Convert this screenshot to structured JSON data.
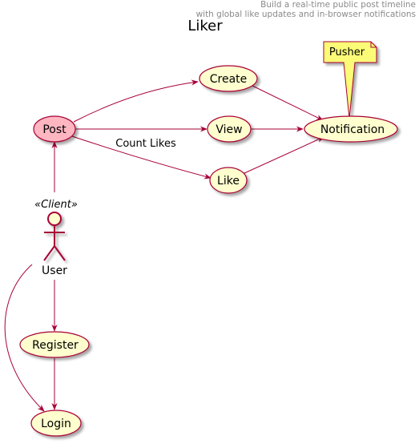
{
  "header": {
    "line1": "Build a real-time public post timeline",
    "line2": "with global like updates and in-browser notifications"
  },
  "title": "Liker",
  "usecases": {
    "post": "Post",
    "create": "Create",
    "view": "View",
    "like": "Like",
    "notification": "Notification",
    "register": "Register",
    "login": "Login"
  },
  "actor": {
    "stereotype": "«Client»",
    "name": "User"
  },
  "note": {
    "text": "Pusher"
  },
  "edges": {
    "post_like_label": "Count Likes"
  },
  "colors": {
    "usecase_fill": "#FEFECE",
    "highlight_fill": "#FFB6C1",
    "border": "#A80036",
    "note_fill": "#FBFB77"
  }
}
